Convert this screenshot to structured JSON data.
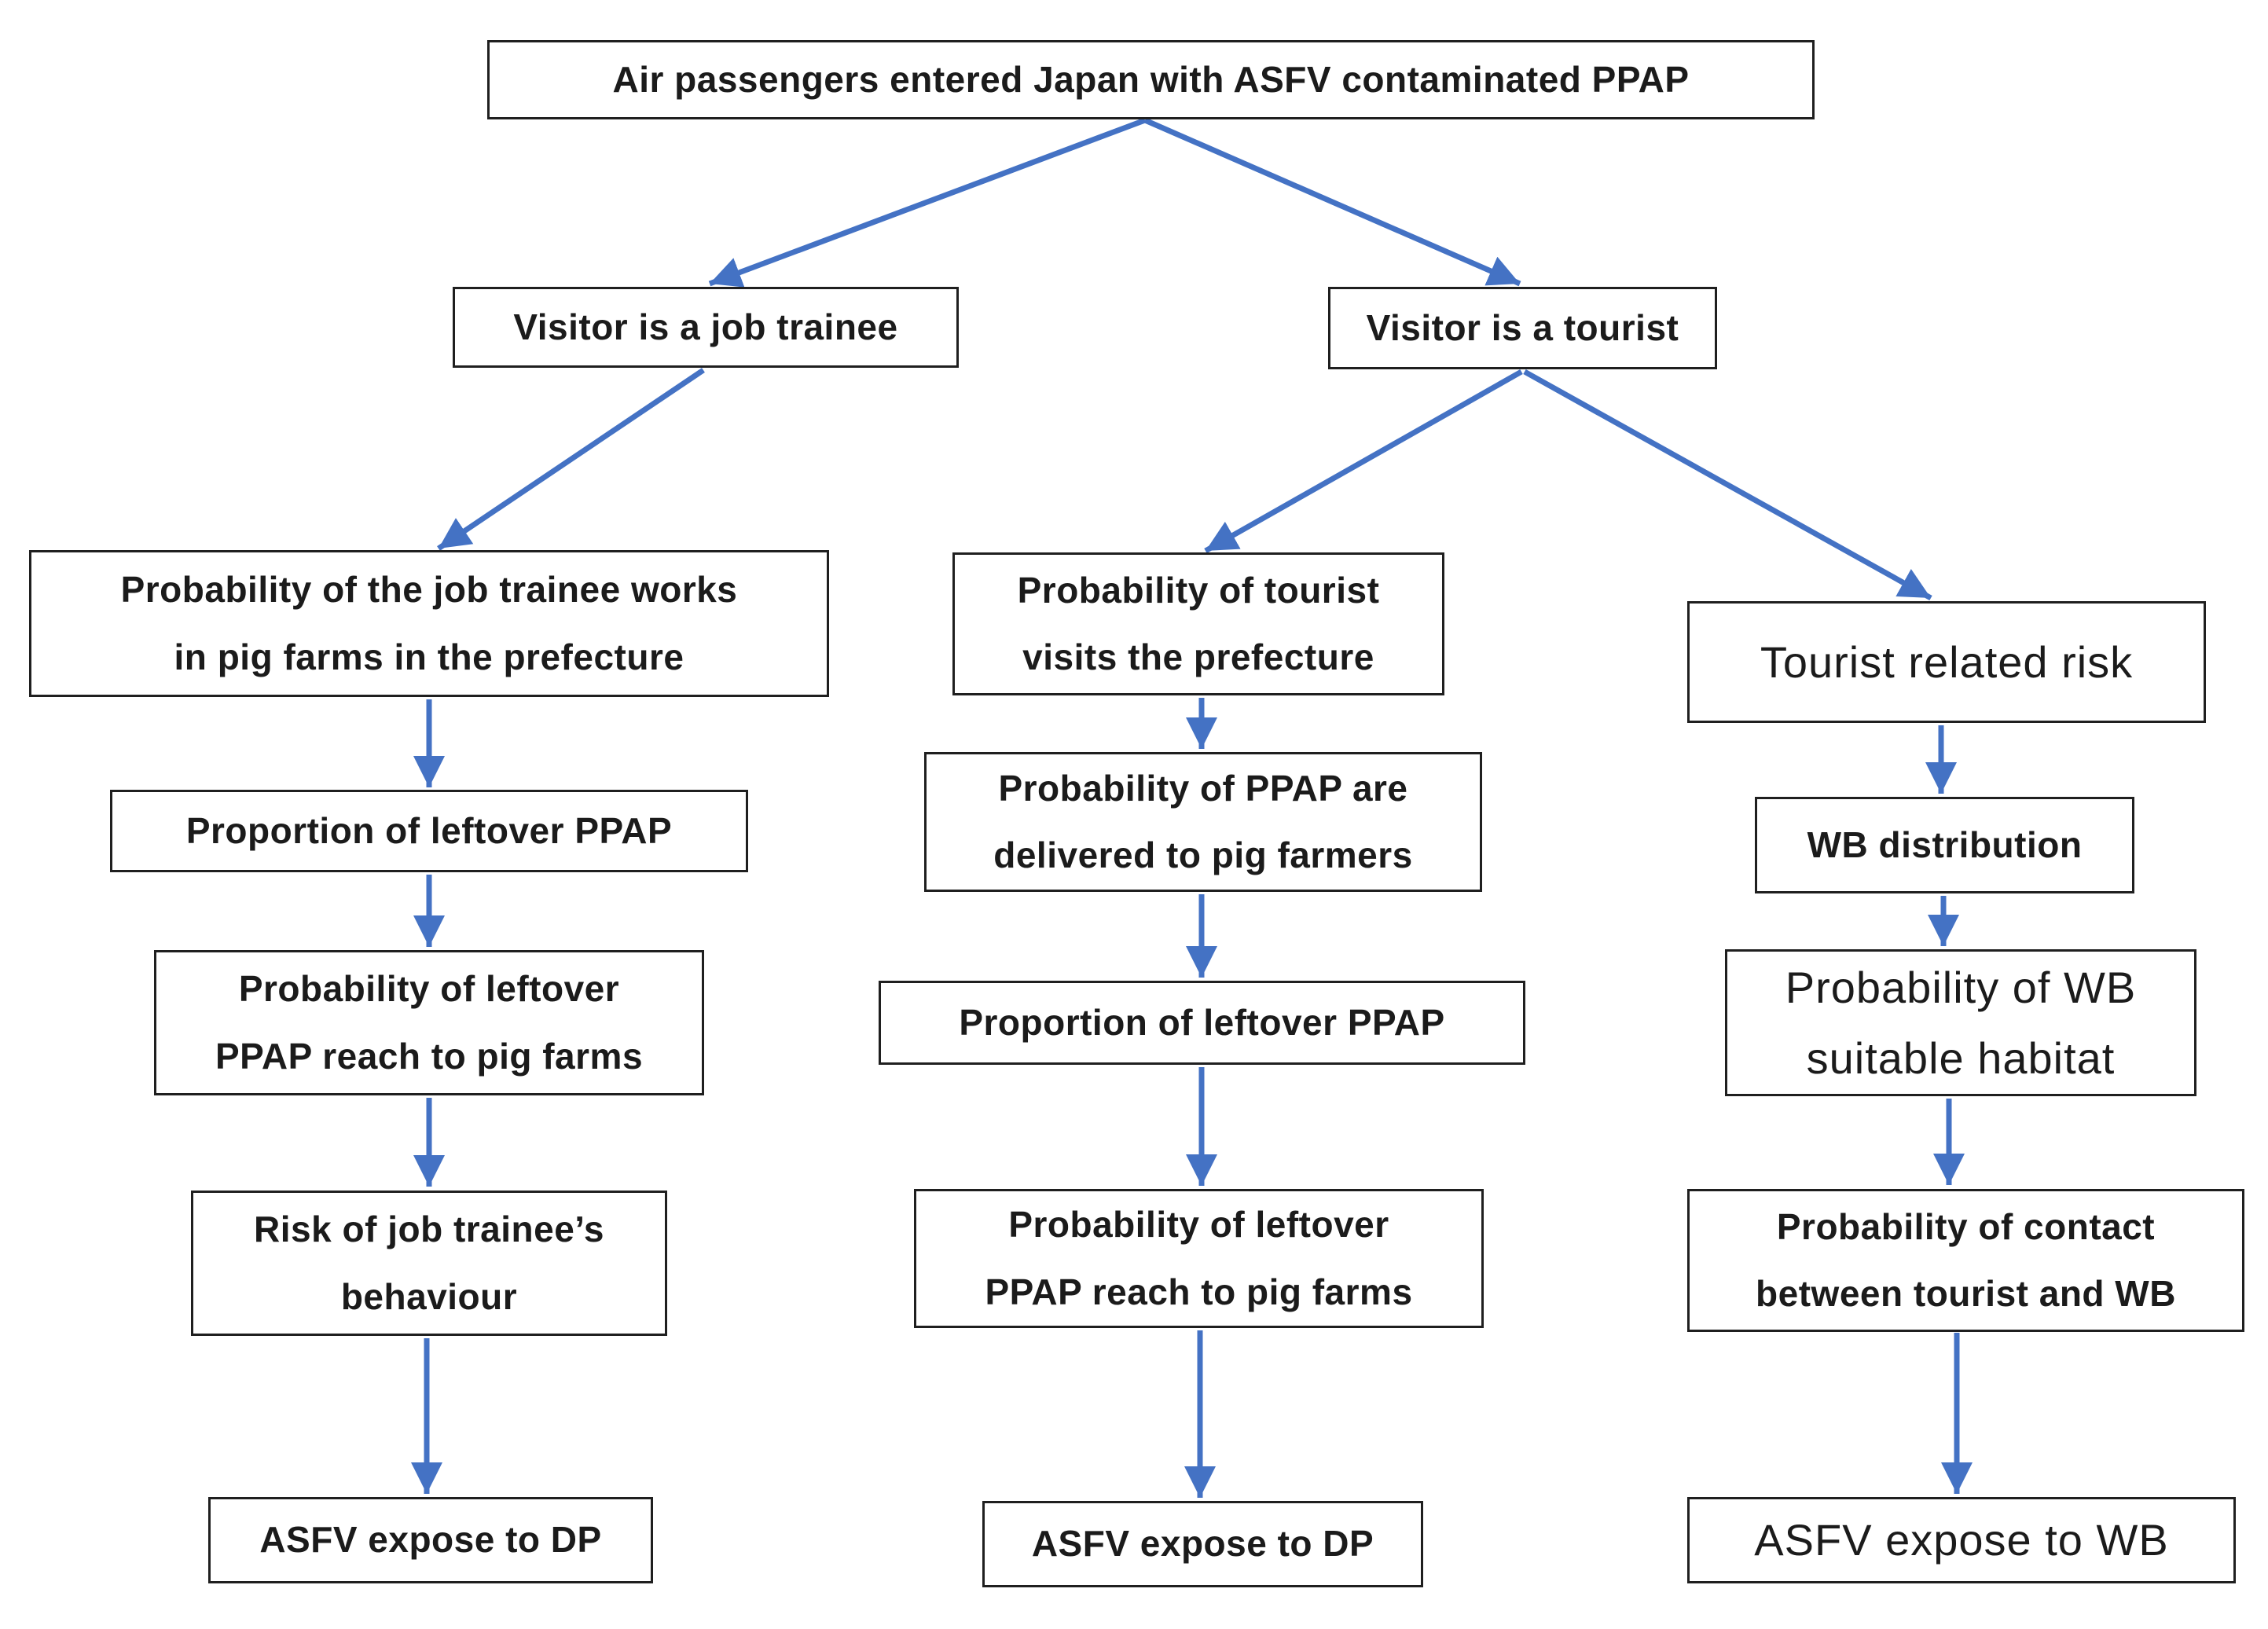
{
  "diagram_type": "flowchart",
  "colors": {
    "arrow": "#4472C4",
    "box_border": "#1f1f1f",
    "text": "#1b1b1b",
    "background": "#ffffff"
  },
  "nodes": [
    {
      "id": "root",
      "label": "Air passengers entered Japan with ASFV contaminated PPAP",
      "style": "bold"
    },
    {
      "id": "trainee",
      "label": "Visitor is a job trainee",
      "style": "bold"
    },
    {
      "id": "tourist",
      "label": "Visitor is a tourist",
      "style": "bold"
    },
    {
      "id": "l1",
      "label": "Probability of the job trainee works\nin pig farms in the prefecture",
      "style": "bold"
    },
    {
      "id": "l2",
      "label": "Proportion of leftover PPAP",
      "style": "bold"
    },
    {
      "id": "l3",
      "label": "Probability of leftover\nPPAP reach to pig farms",
      "style": "bold"
    },
    {
      "id": "l4",
      "label": "Risk of job trainee’s\nbehaviour",
      "style": "bold"
    },
    {
      "id": "l5",
      "label": "ASFV expose to DP",
      "style": "bold"
    },
    {
      "id": "m1",
      "label": "Probability of tourist\nvisits the prefecture",
      "style": "bold"
    },
    {
      "id": "m2",
      "label": "Probability of PPAP are\ndelivered to pig farmers",
      "style": "bold"
    },
    {
      "id": "m3",
      "label": "Proportion of leftover PPAP",
      "style": "bold"
    },
    {
      "id": "m4",
      "label": "Probability of leftover\nPPAP reach to pig farms",
      "style": "bold"
    },
    {
      "id": "m5",
      "label": "ASFV expose to DP",
      "style": "bold"
    },
    {
      "id": "r1",
      "label": "Tourist related risk",
      "style": "regular"
    },
    {
      "id": "r2",
      "label": "WB distribution",
      "style": "bold"
    },
    {
      "id": "r3",
      "label": "Probability of WB\nsuitable habitat",
      "style": "regular"
    },
    {
      "id": "r4",
      "label": "Probability of contact\nbetween tourist and WB",
      "style": "bold"
    },
    {
      "id": "r5",
      "label": "ASFV expose to WB",
      "style": "regular"
    }
  ],
  "edges": [
    {
      "from": "root",
      "to": "trainee"
    },
    {
      "from": "root",
      "to": "tourist"
    },
    {
      "from": "trainee",
      "to": "l1"
    },
    {
      "from": "tourist",
      "to": "m1"
    },
    {
      "from": "tourist",
      "to": "r1"
    },
    {
      "from": "l1",
      "to": "l2"
    },
    {
      "from": "l2",
      "to": "l3"
    },
    {
      "from": "l3",
      "to": "l4"
    },
    {
      "from": "l4",
      "to": "l5"
    },
    {
      "from": "m1",
      "to": "m2"
    },
    {
      "from": "m2",
      "to": "m3"
    },
    {
      "from": "m3",
      "to": "m4"
    },
    {
      "from": "m4",
      "to": "m5"
    },
    {
      "from": "r1",
      "to": "r2"
    },
    {
      "from": "r2",
      "to": "r3"
    },
    {
      "from": "r3",
      "to": "r4"
    },
    {
      "from": "r4",
      "to": "r5"
    }
  ]
}
